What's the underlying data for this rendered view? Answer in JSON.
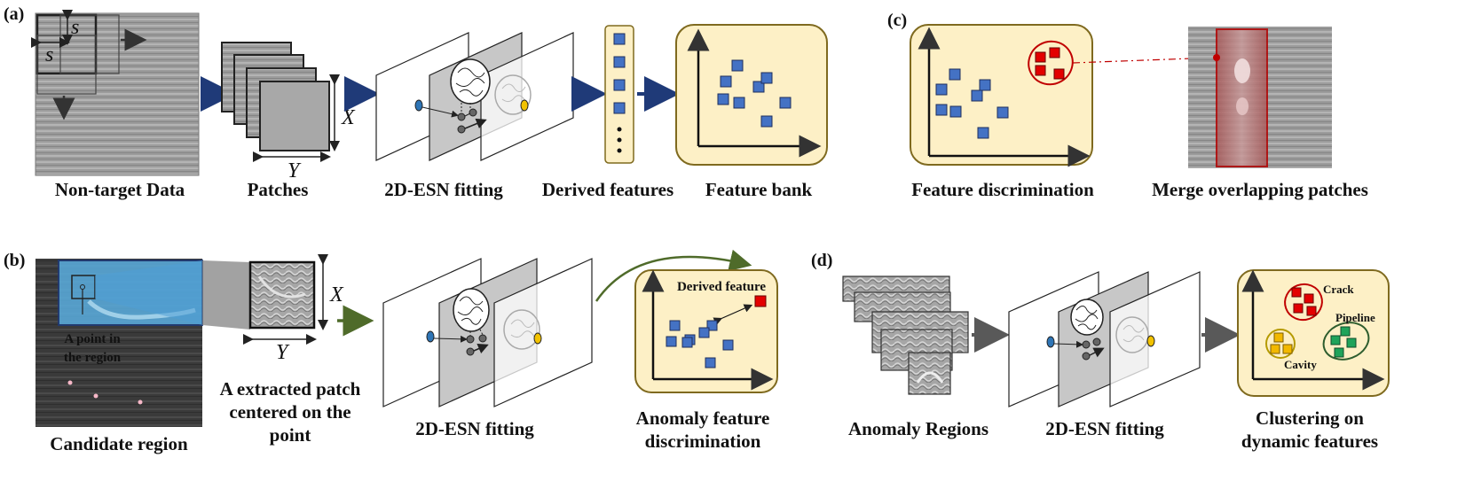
{
  "panels": {
    "a": {
      "tag": "(a)",
      "s1": "s",
      "s2": "s",
      "X": "X",
      "Y": "Y",
      "nontarget": "Non-target Data",
      "patches": "Patches",
      "esn": "2D-ESN fitting",
      "derived": "Derived features",
      "bank": "Feature bank"
    },
    "b": {
      "tag": "(b)",
      "point_l1": "A point in",
      "point_l2": "the region",
      "X": "X",
      "Y": "Y",
      "candidate": "Candidate region",
      "extract_l1": "A extracted patch",
      "extract_l2": "centered on the",
      "extract_l3": "point",
      "esn": "2D-ESN fitting",
      "derived_feature": "Derived feature",
      "anomaly_l1": "Anomaly feature",
      "anomaly_l2": "discrimination"
    },
    "c": {
      "tag": "(c)",
      "discrim": "Feature discrimination",
      "merge": "Merge overlapping patches"
    },
    "d": {
      "tag": "(d)",
      "regions": "Anomaly Regions",
      "esn": "2D-ESN fitting",
      "crack": "Crack",
      "pipeline": "Pipeline",
      "cavity": "Cavity",
      "cluster_l1": "Clustering on",
      "cluster_l2": "dynamic features"
    }
  },
  "colors": {
    "feature_blue": "#4472c4",
    "anomaly_red": "#e30000",
    "pipeline_green": "#1fa35a",
    "cavity_yellow": "#f2b800",
    "panel_fill": "#fdf0c6",
    "panel_border": "#7f6a1f",
    "arrow_navy": "#1f3a78",
    "arrow_olive": "#4f6b2a",
    "arrow_gray": "#595959"
  }
}
